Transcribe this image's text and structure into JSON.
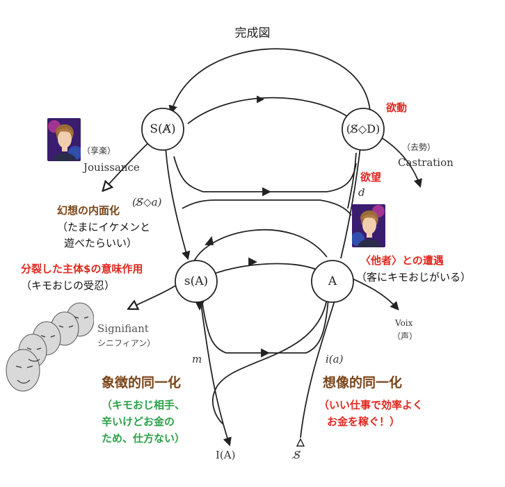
{
  "title": "完成図",
  "nodes": {
    "s_barred_A": "S(A̸)",
    "s_diamond_d": "(S̸◇D)",
    "s_of_a": "s(A)",
    "a": "A"
  },
  "labels": {
    "jouissance_jp": "（享楽）",
    "jouissance": "Jouissance",
    "castration_jp": "（去勢）",
    "castration": "Castration",
    "drive": "欲動",
    "desire": "欲望",
    "d": "d",
    "fantasy_formula": "(S̸◇a)",
    "signifiant": "Signifiant",
    "signifiant_jp": "シニフィアン）",
    "voix": "Voix",
    "voix_jp": "（声）",
    "m": "m",
    "i_a": "i(a)",
    "ideal_i_a": "I(A)",
    "barred_s": "S̸"
  },
  "annotations": {
    "fantasy_title": "幻想の内面化",
    "fantasy_line1": "（たまにイケメンと",
    "fantasy_line2": "遊べたらいい）",
    "split_subject": "分裂した主体$の意味作用",
    "split_subject_note": "（キモおじの受忍）",
    "other_encounter_title": "〈他者〉との遭遇",
    "other_encounter_note": "（客にキモおじがいる）",
    "symbolic_id": "象徴的同一化",
    "symbolic_note1": "（キモおじ相手、",
    "symbolic_note2": "辛いけどお金の",
    "symbolic_note3": "ため、仕方ない）",
    "imaginary_id": "想像的同一化",
    "imaginary_note1": "（いい仕事で効率よく",
    "imaginary_note2": "お金を稼ぐ！）"
  },
  "colors": {
    "brown": "#7a4418",
    "red": "#e0281f",
    "green": "#2aa048",
    "ink": "#222222"
  }
}
